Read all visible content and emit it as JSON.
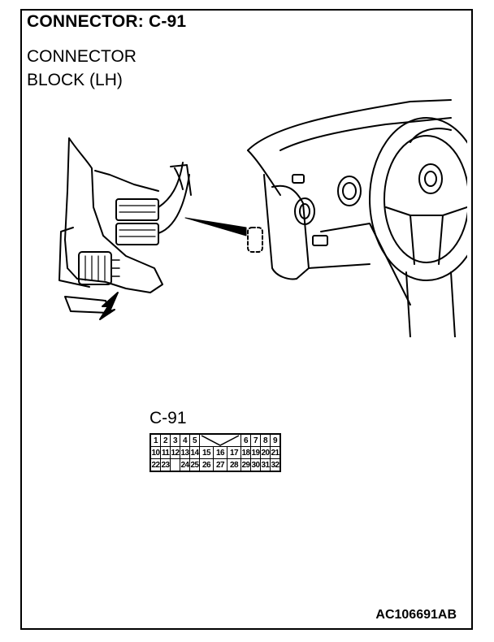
{
  "header": {
    "title": "CONNECTOR: C-91",
    "subtitle_line1": "CONNECTOR",
    "subtitle_line2": "BLOCK (LH)"
  },
  "connector": {
    "label": "C-91",
    "rows": [
      [
        "1",
        "2",
        "3",
        "4",
        "5",
        "",
        "",
        "",
        "6",
        "7",
        "8",
        "9"
      ],
      [
        "10",
        "11",
        "12",
        "13",
        "14",
        "15",
        "16",
        "17",
        "18",
        "19",
        "20",
        "21"
      ],
      [
        "22",
        "23",
        "",
        "24",
        "25",
        "26",
        "27",
        "28",
        "29",
        "30",
        "31",
        "32"
      ]
    ]
  },
  "figure_code": "AC106691AB",
  "icons": [
    "connector-block-icon",
    "arrow-icon",
    "dashboard-icon",
    "steering-wheel-icon"
  ]
}
